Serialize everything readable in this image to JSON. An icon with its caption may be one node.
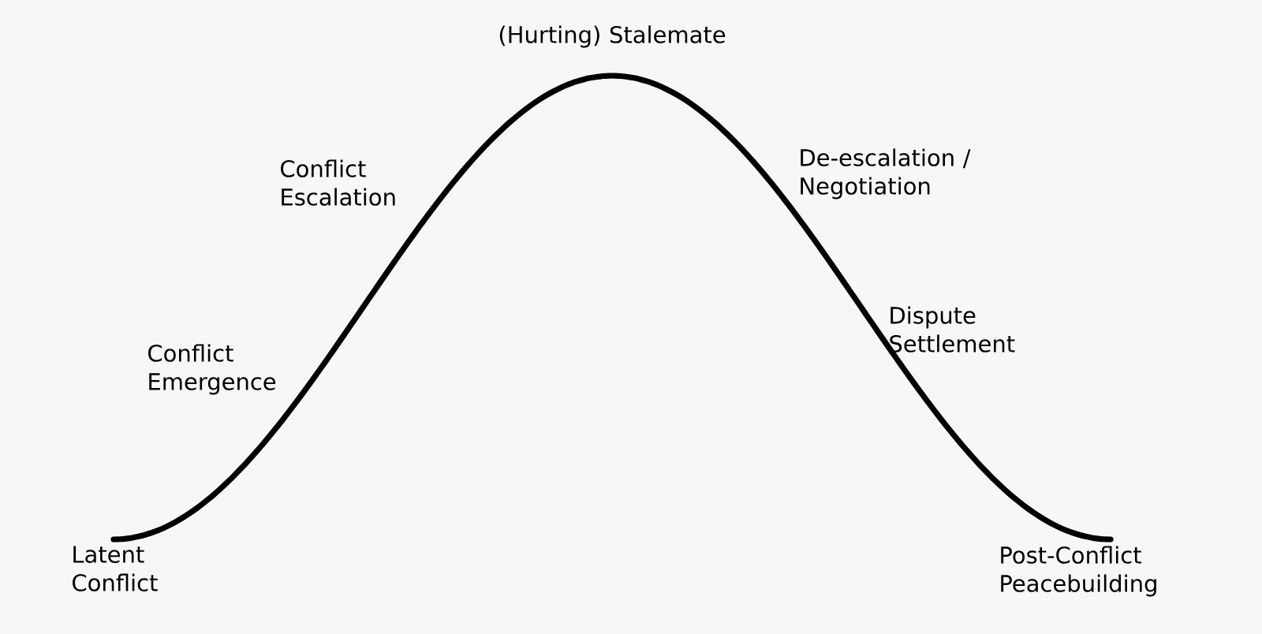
{
  "diagram": {
    "labels": [
      "(Hurting) Stalemate",
      "Conflict Escalation",
      "De-escalation / Negotiation",
      "Conflict Emergence",
      "Dispute Settlement",
      "Latent Conflict",
      "Post-Conflict Peacebuilding"
    ]
  }
}
